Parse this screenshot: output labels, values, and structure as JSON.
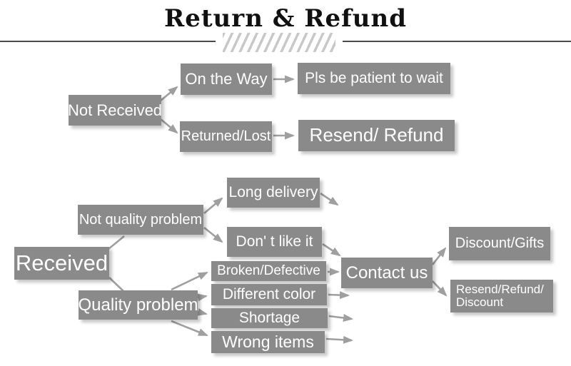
{
  "header": {
    "title": "Return & Refund"
  },
  "colors": {
    "node_bg": "#8a8a8a",
    "node_text": "#ffffff",
    "connector": "#9f9f9f",
    "divider": "#4a4a4a",
    "hatch": "#c8c8c8",
    "title_text": "#111111",
    "background": "#ffffff"
  },
  "flowchart": {
    "nodes": {
      "not_received": "Not Received",
      "on_the_way": "On the Way",
      "pls_be_patient": "Pls be patient to wait",
      "returned_lost": "Returned/Lost",
      "resend_refund": "Resend/ Refund",
      "received": "Received",
      "not_quality_problem": "Not quality problem",
      "long_delivery": "Long delivery",
      "dont_like_it": "Don' t like it",
      "quality_problem": "Quality problem",
      "broken_defective": "Broken/Defective",
      "different_color": "Different color",
      "shortage": "Shortage",
      "wrong_items": "Wrong items",
      "contact_us": "Contact us",
      "discount_gifts": "Discount/Gifts",
      "resend_refund_discount": "Resend/Refund/ Discount"
    },
    "edges": [
      {
        "from": "not_received",
        "to": "on_the_way"
      },
      {
        "from": "not_received",
        "to": "returned_lost"
      },
      {
        "from": "on_the_way",
        "to": "pls_be_patient"
      },
      {
        "from": "returned_lost",
        "to": "resend_refund"
      },
      {
        "from": "received",
        "to": "not_quality_problem"
      },
      {
        "from": "received",
        "to": "quality_problem"
      },
      {
        "from": "not_quality_problem",
        "to": "long_delivery"
      },
      {
        "from": "not_quality_problem",
        "to": "dont_like_it"
      },
      {
        "from": "long_delivery",
        "to": "contact_us"
      },
      {
        "from": "dont_like_it",
        "to": "contact_us"
      },
      {
        "from": "quality_problem",
        "to": "broken_defective"
      },
      {
        "from": "quality_problem",
        "to": "different_color"
      },
      {
        "from": "quality_problem",
        "to": "shortage"
      },
      {
        "from": "quality_problem",
        "to": "wrong_items"
      },
      {
        "from": "broken_defective",
        "to": "contact_us"
      },
      {
        "from": "different_color",
        "to": "contact_us"
      },
      {
        "from": "shortage",
        "to": "contact_us"
      },
      {
        "from": "wrong_items",
        "to": "contact_us"
      },
      {
        "from": "contact_us",
        "to": "discount_gifts"
      },
      {
        "from": "contact_us",
        "to": "resend_refund_discount"
      }
    ]
  }
}
